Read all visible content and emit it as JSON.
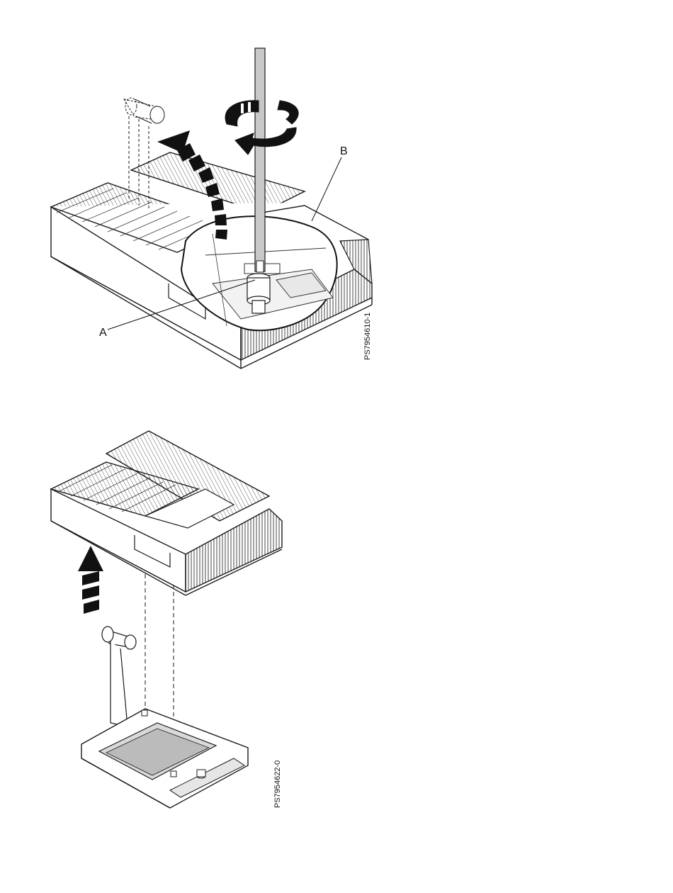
{
  "figure1": {
    "callout_a": "A",
    "callout_b": "B",
    "figure_id": "PS7954610-1"
  },
  "figure2": {
    "figure_id": "PS7954622-0"
  },
  "colors": {
    "line": "#1a1a1a",
    "arrow": "#111111",
    "shade": "#d9d9d9",
    "tool": "#c8c8c8"
  }
}
